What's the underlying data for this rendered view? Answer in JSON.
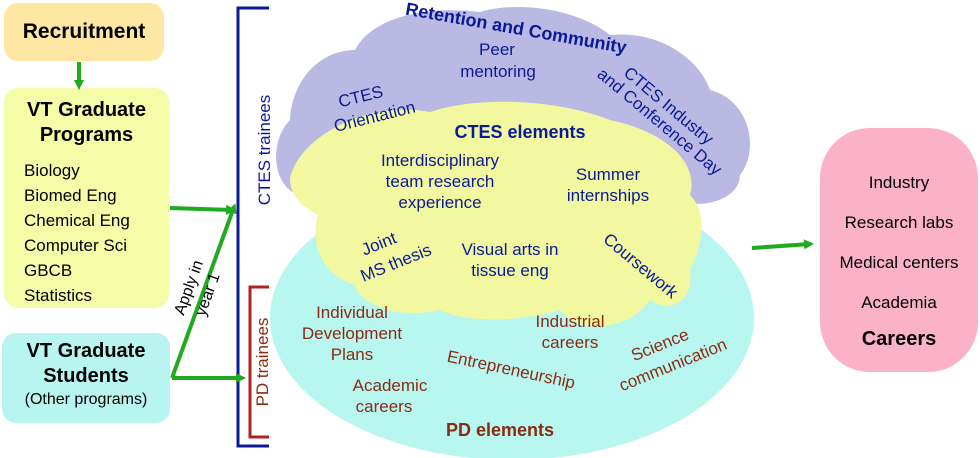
{
  "recruitment": "Recruitment",
  "programs": {
    "title_line1": "VT Graduate",
    "title_line2": "Programs",
    "items": [
      "Biology",
      "Biomed Eng",
      "Chemical Eng",
      "Computer Sci",
      "GBCB",
      "Statistics"
    ]
  },
  "students": {
    "line1": "VT Graduate",
    "line2": "Students",
    "line3": "(Other programs)"
  },
  "apply": {
    "line1": "Apply in",
    "line2": "year 1"
  },
  "brackets": {
    "ctes_trainees": "CTES trainees",
    "pd_trainees": "PD trainees"
  },
  "retention": {
    "title": "Retention and Community",
    "orientation_1": "CTES",
    "orientation_2": "Orientation",
    "peer_1": "Peer",
    "peer_2": "mentoring",
    "industry_1": "CTES Industry",
    "industry_2": "and Conference Day"
  },
  "ctes": {
    "title": "CTES elements",
    "inter_1": "Interdisciplinary",
    "inter_2": "team research",
    "inter_3": "experience",
    "summer_1": "Summer",
    "summer_2": "internships",
    "joint_1": "Joint",
    "joint_2": "MS thesis",
    "visual_1": "Visual arts in",
    "visual_2": "tissue eng",
    "coursework": "Coursework"
  },
  "pd": {
    "title": "PD elements",
    "idp_1": "Individual",
    "idp_2": "Development",
    "idp_3": "Plans",
    "industrial_1": "Industrial",
    "industrial_2": "careers",
    "entrepreneurship": "Entrepreneurship",
    "science_1": "Science",
    "science_2": "communication",
    "academic_1": "Academic",
    "academic_2": "careers"
  },
  "careers": {
    "items": [
      "Industry",
      "Research labs",
      "Medical centers",
      "Academia"
    ],
    "title": "Careers"
  },
  "colors": {
    "recruit_fill": "#fde7a2",
    "programs_fill": "#f4fca8",
    "students_fill": "#b8f5f0",
    "careers_fill": "#fbb2c9",
    "retention_fill": "#b9b9e4",
    "ctes_fill": "#f2f8a0",
    "pd_fill": "#b8f7f0",
    "arrow_green": "#1faa1f",
    "ctes_blue": "#0a1a96",
    "pd_red": "#8b2a12"
  }
}
